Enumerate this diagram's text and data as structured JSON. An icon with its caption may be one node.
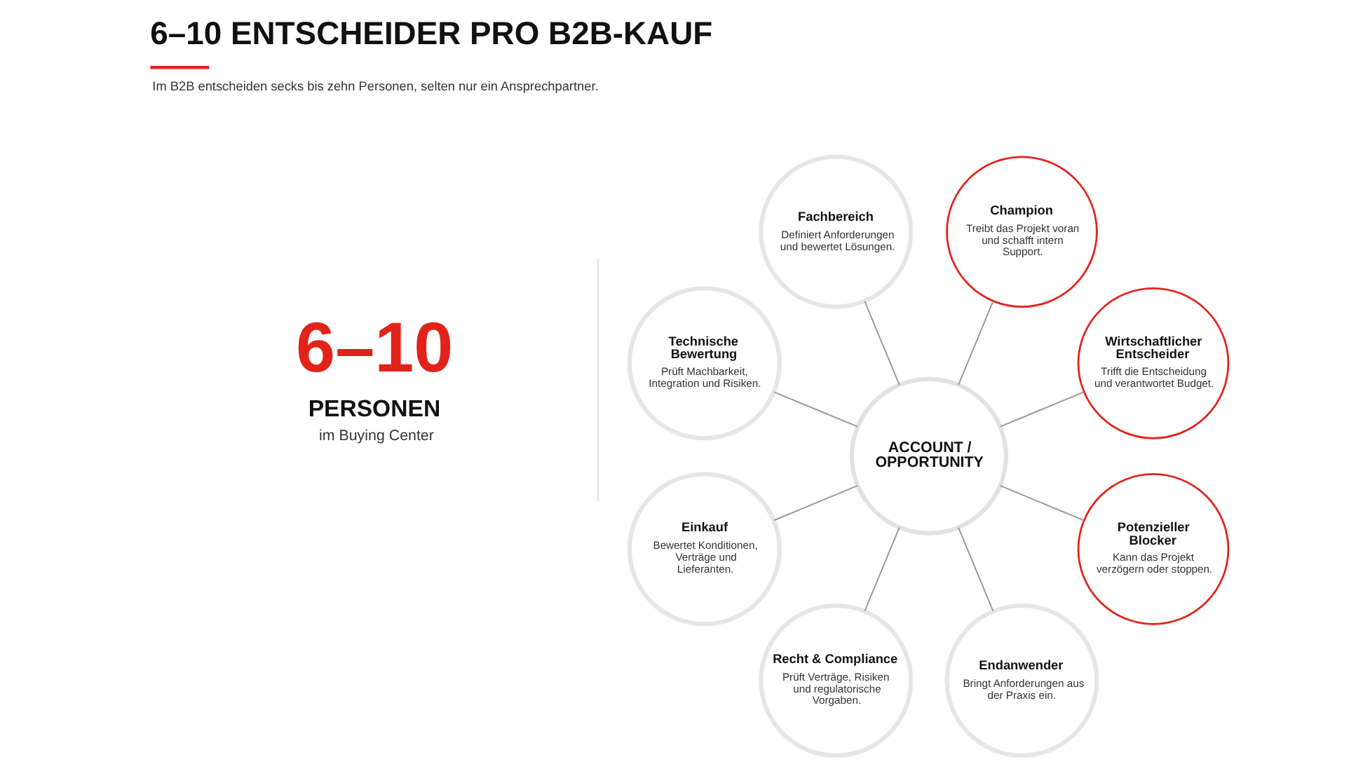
{
  "diagram": {
    "title": "6–10 ENTSCHEIDER PRO B2B-KAUF",
    "nodes": [
      {
        "text": [
          "Champion",
          "Treibt das Projekt voran und schafft intern Support."
        ]
      },
      {
        "text": [
          "Fachbereich",
          "Definiert Anforderungen und bewertet Lösungen."
        ]
      },
      {
        "text": [
          "Wirtschaftlicher Entscheider",
          "Trifft die Entscheidung und verantwortet Budget."
        ]
      },
      {
        "text": [
          "ACCOUNT / OPPORTUNITY"
        ]
      },
      {
        "text": [
          "Technische Bewertung",
          "Prüft Machbarkeit, Integration und Risiken."
        ]
      },
      {
        "text": [
          "Potenzieller Blocker",
          "Kann das Projekt verzögern oder stoppen."
        ]
      },
      {
        "text": [
          "Einkauf",
          "Bewertet Konditionen, Verträge und Lieferanten."
        ]
      },
      {
        "text": [
          "Recht & Compliance",
          "Prüft Verträge, Risiken und regulatorische Vorgaben."
        ]
      },
      {
        "text": [
          "Endanwender",
          "Bringt Anforderungen aus der Praxis ein."
        ]
      }
    ],
    "edges": [
      {
        "from": 3,
        "to": 0,
        "arrow": "none"
      },
      {
        "from": 3,
        "to": 1,
        "arrow": "none"
      },
      {
        "from": 3,
        "to": 2,
        "arrow": "none"
      },
      {
        "from": 3,
        "to": 4,
        "arrow": "none"
      },
      {
        "from": 3,
        "to": 5,
        "arrow": "none"
      },
      {
        "from": 3,
        "to": 6,
        "arrow": "none"
      },
      {
        "from": 3,
        "to": 7,
        "arrow": "none"
      },
      {
        "from": 3,
        "to": 8,
        "arrow": "none"
      }
    ],
    "labels": [
      "Im B2B entscheiden secks bis zehn Personen, selten nur ein Ansprechpartner.",
      "6–10",
      "PERSONEN",
      "im Buying Center"
    ]
  }
}
